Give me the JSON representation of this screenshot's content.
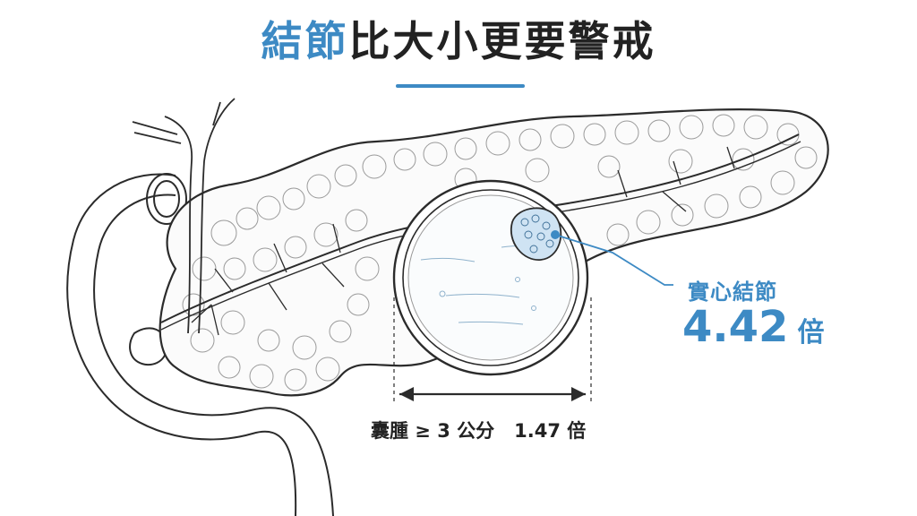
{
  "title": {
    "accent_text": "結節",
    "rest_text": "比大小更要警戒"
  },
  "nodule_callout": {
    "label": "實心結節",
    "value": "4.42",
    "unit": "倍"
  },
  "cyst_measure": {
    "label": "囊腫 ≥ 3 公分",
    "value": "1.47",
    "unit": "倍"
  },
  "colors": {
    "accent": "#3d8ac4",
    "line": "#2b2b2b",
    "nodule_fill": "#cfe3f3"
  }
}
